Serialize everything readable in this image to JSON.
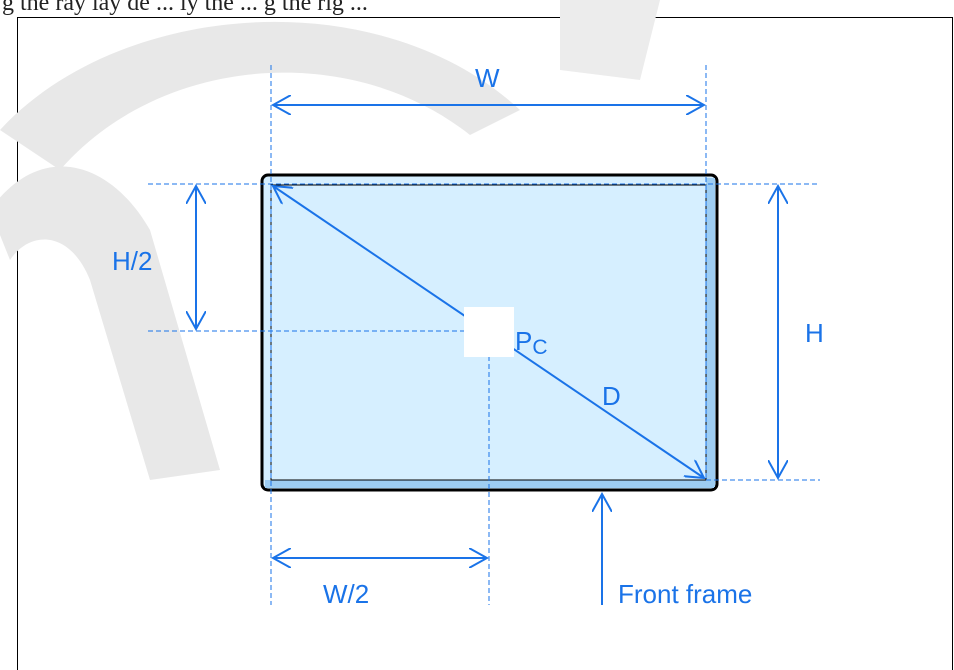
{
  "caption_fragment": "g the ray lay de ... ly the ... g the rig ...",
  "labels": {
    "width": "W",
    "height": "H",
    "half_width": "W/2",
    "half_height": "H/2",
    "diagonal": "D",
    "center_main": "P",
    "center_sub": "C",
    "front_frame": "Front frame"
  },
  "colors": {
    "accent": "#1a73e8",
    "fill": "#d6efff",
    "edge": "#9ecdf2",
    "outline": "#000000",
    "watermark": "#e6e6e6"
  }
}
